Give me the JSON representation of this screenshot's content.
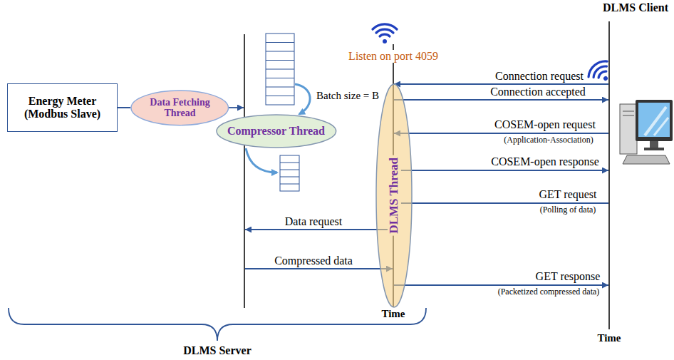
{
  "diagram": {
    "nodes": [
      {
        "text": [
          "Energy Meter (Modbus Slave)"
        ]
      },
      {
        "text": [
          "Data Fetching Thread"
        ]
      },
      {
        "text": [
          "Compressor Thread"
        ]
      },
      {
        "text": [
          "DLMS Thread"
        ]
      }
    ],
    "edges": [
      {
        "from": 0,
        "to": 1,
        "arrow": "none"
      }
    ],
    "labels": [
      "DLMS Client",
      "Listen on port 4059",
      "Batch size = B",
      "Connection request",
      "Connection accepted",
      "COSEM-open request",
      "(Application-Association)",
      "COSEM-open response",
      "GET request",
      "(Polling of data)",
      "Data request",
      "Compressed data",
      "GET response",
      "(Packetized compressed data)",
      "Time",
      "Time",
      "DLMS Server"
    ]
  }
}
